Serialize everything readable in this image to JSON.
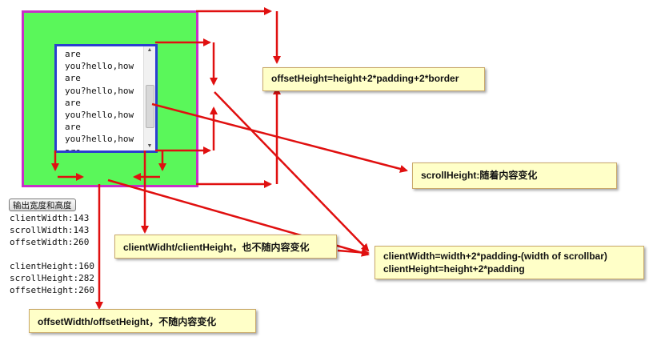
{
  "demo": {
    "content_lines": [
      "are",
      "you?hello,how",
      "are",
      "you?hello,how",
      "are",
      "you?hello,how",
      "are",
      "you?hello,how",
      "are"
    ],
    "scroll_up_icon": "triangle-up",
    "scroll_down_icon": "triangle-down",
    "button_label": "输出宽度和高度",
    "metrics": [
      "clientWidth:143",
      "scrollWidth:143",
      "offsetWidth:260",
      "clientHeight:160",
      "scrollHeight:282",
      "offsetHeight:260"
    ]
  },
  "callouts": {
    "offset_height": "offsetHeight=height+2*padding+2*border",
    "scroll_height": "scrollHeight:随着内容变化",
    "client_wh": "clientWidht/clientHeight，也不随内容变化",
    "client_formula_1": "clientWidth=width+2*padding-(width of scrollbar)",
    "client_formula_2": "clientHeight=height+2*padding",
    "offset_wh": "offsetWidth/offsetHeight，不随内容变化"
  },
  "colors": {
    "outer_fill": "#5af75a",
    "outer_border": "#c830c8",
    "inner_border": "#2a3fd0",
    "arrow": "#e01010",
    "callout_fill": "#ffffc8"
  }
}
